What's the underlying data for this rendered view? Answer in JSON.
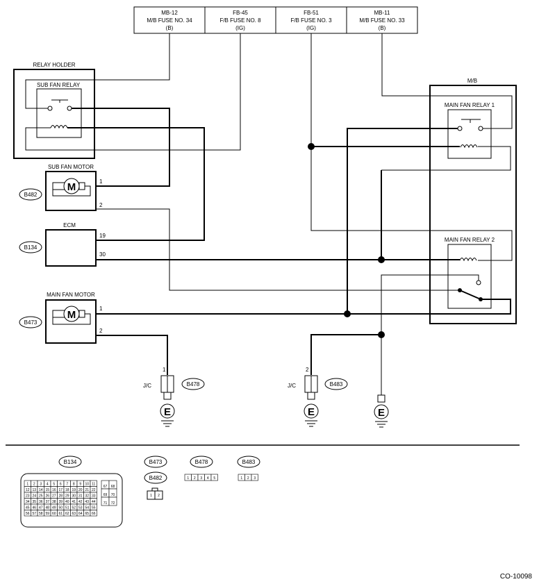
{
  "fuses": [
    {
      "line1": "MB-12",
      "line2": "M/B FUSE NO. 34",
      "line3": "(B)"
    },
    {
      "line1": "FB-45",
      "line2": "F/B FUSE NO. 8",
      "line3": "(IG)"
    },
    {
      "line1": "FB-51",
      "line2": "F/B FUSE NO. 3",
      "line3": "(IG)"
    },
    {
      "line1": "MB-11",
      "line2": "M/B FUSE NO. 33",
      "line3": "(B)"
    }
  ],
  "labels": {
    "relay_holder": "RELAY HOLDER",
    "sub_fan_relay": "SUB FAN RELAY",
    "sub_fan_motor": "SUB FAN MOTOR",
    "ecm": "ECM",
    "main_fan_motor": "MAIN FAN MOTOR",
    "mb": "M/B",
    "main_fan_relay_1": "MAIN FAN RELAY 1",
    "main_fan_relay_2": "MAIN FAN RELAY 2",
    "jc": "J/C",
    "motor_symbol": "M",
    "ground_symbol": "E",
    "figure_code": "CO-10098"
  },
  "connectors": {
    "b482": "B482",
    "b134": "B134",
    "b473": "B473",
    "b478": "B478",
    "b483": "B483"
  },
  "pins": {
    "sub_motor_1": "1",
    "sub_motor_2": "2",
    "ecm_19": "19",
    "ecm_30": "30",
    "main_motor_1": "1",
    "main_motor_2": "2",
    "jc1_pin": "1",
    "jc2_pin": "2"
  },
  "connector_faces": {
    "b134_main_rows": [
      [
        "1",
        "2",
        "3",
        "4",
        "5",
        "6",
        "7",
        "8",
        "9",
        "10",
        "11"
      ],
      [
        "12",
        "13",
        "14",
        "15",
        "16",
        "17",
        "18",
        "19",
        "20",
        "21",
        "22"
      ],
      [
        "23",
        "24",
        "25",
        "26",
        "27",
        "28",
        "29",
        "30",
        "31",
        "32",
        "33"
      ],
      [
        "34",
        "35",
        "36",
        "37",
        "38",
        "39",
        "40",
        "41",
        "42",
        "43",
        "44"
      ],
      [
        "45",
        "46",
        "47",
        "48",
        "49",
        "50",
        "51",
        "52",
        "53",
        "54",
        "55"
      ],
      [
        "56",
        "57",
        "58",
        "59",
        "60",
        "61",
        "62",
        "63",
        "64",
        "65",
        "66"
      ]
    ],
    "b134_side_rows": [
      [
        "67",
        "68"
      ],
      [
        "69",
        "70"
      ],
      [
        "71",
        "72"
      ]
    ],
    "b473_b482_pins": [
      "1",
      "2"
    ],
    "b478_pins": [
      "1",
      "2",
      "3",
      "4",
      "5"
    ],
    "b483_pins": [
      "1",
      "2",
      "3"
    ]
  }
}
